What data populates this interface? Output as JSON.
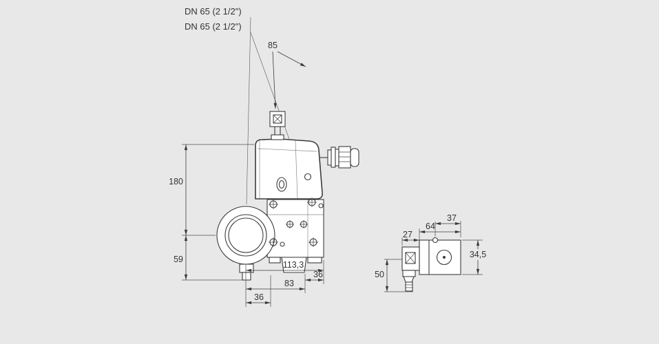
{
  "page": {
    "background": "#e8e8e8",
    "line_color": "#3b3b3b",
    "text_color": "#333333"
  },
  "labels": {
    "dn_line1": "DN 65 (2 1/2\")",
    "dn_line2": "DN 65 (2 1/2\")"
  },
  "dims": {
    "top_85": "85",
    "left_180": "180",
    "left_59": "59",
    "bottom_113_3": "113,3",
    "bottom_36_right": "36",
    "bottom_83": "83",
    "bottom_36_left": "36",
    "side_27": "27",
    "side_64": "64",
    "side_37": "37",
    "side_34_5": "34,5",
    "side_50": "50"
  }
}
